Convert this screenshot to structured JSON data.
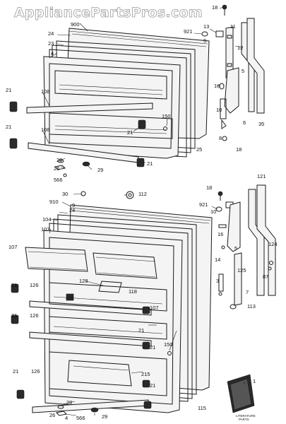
{
  "watermark": "AppliancePartsPros.com",
  "colors": {
    "ink": "#1a1a1a",
    "paper": "#ffffff",
    "watermark_stroke": "#9a9a9a"
  },
  "callouts": {
    "upper": {
      "c900": "900",
      "c24": "24",
      "c921": "921",
      "c13": "13",
      "c18a": "18",
      "c9a": "9",
      "c23": "23",
      "c11": "11",
      "c12": "12",
      "c4": "4",
      "c5": "5",
      "c108a": "108",
      "c21a": "21",
      "c150": "150",
      "c21b": "21",
      "c16": "16",
      "c10": "10",
      "c6": "6",
      "c35": "35",
      "c25": "25",
      "c108b": "108",
      "c21c": "21",
      "c21d": "21",
      "c8": "8",
      "c18b": "18",
      "c28": "28",
      "c26": "26",
      "c566": "566",
      "c29": "29",
      "c21e": "21"
    },
    "lower": {
      "c30": "30",
      "c112": "112",
      "c18c": "18",
      "c121": "121",
      "c910": "910",
      "c9b": "9",
      "c24b": "24",
      "c921b": "921",
      "c10b": "10",
      "c104": "104",
      "c103": "103",
      "c16b": "16",
      "c107a": "107",
      "c124": "124",
      "c5b": "5",
      "c14": "14",
      "c125": "125",
      "c87": "87",
      "c128": "128",
      "c118": "118",
      "c21f": "21",
      "c126a": "126",
      "c3": "3",
      "c7": "7",
      "c107b": "107",
      "c113": "113",
      "c21g": "21",
      "c126b": "126",
      "c21h": "21",
      "c150b": "150",
      "c21i": "21",
      "c215": "215",
      "c21j": "21",
      "c126c": "126",
      "c21k": "21",
      "c115": "115",
      "c1": "1",
      "c28b": "28",
      "c26b": "26",
      "c4b": "4",
      "c566b": "566",
      "c29b": "29"
    }
  },
  "literature_label": "LITERATURE\nPARTS"
}
